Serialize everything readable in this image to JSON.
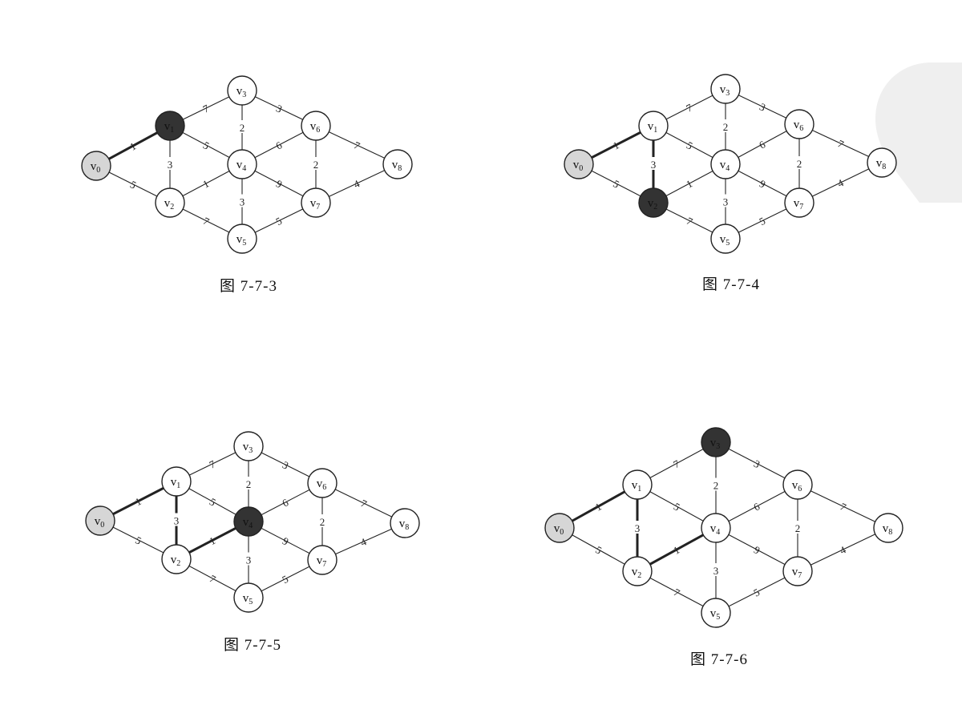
{
  "figures": [
    {
      "caption": "图 7-7-3",
      "nodes": [
        {
          "id": "v0",
          "label": "v",
          "sub": "0",
          "state": "start"
        },
        {
          "id": "v1",
          "label": "v",
          "sub": "1",
          "state": "current"
        },
        {
          "id": "v2",
          "label": "v",
          "sub": "2",
          "state": "normal"
        },
        {
          "id": "v3",
          "label": "v",
          "sub": "3",
          "state": "normal"
        },
        {
          "id": "v4",
          "label": "v",
          "sub": "4",
          "state": "normal"
        },
        {
          "id": "v5",
          "label": "v",
          "sub": "5",
          "state": "normal"
        },
        {
          "id": "v6",
          "label": "v",
          "sub": "6",
          "state": "normal"
        },
        {
          "id": "v7",
          "label": "v",
          "sub": "7",
          "state": "normal"
        },
        {
          "id": "v8",
          "label": "v",
          "sub": "8",
          "state": "normal"
        }
      ],
      "bold_edges": [
        "v0-v1"
      ]
    },
    {
      "caption": "图 7-7-4",
      "nodes": [
        {
          "id": "v0",
          "label": "v",
          "sub": "0",
          "state": "start"
        },
        {
          "id": "v1",
          "label": "v",
          "sub": "1",
          "state": "normal"
        },
        {
          "id": "v2",
          "label": "v",
          "sub": "2",
          "state": "current"
        },
        {
          "id": "v3",
          "label": "v",
          "sub": "3",
          "state": "normal"
        },
        {
          "id": "v4",
          "label": "v",
          "sub": "4",
          "state": "normal"
        },
        {
          "id": "v5",
          "label": "v",
          "sub": "5",
          "state": "normal"
        },
        {
          "id": "v6",
          "label": "v",
          "sub": "6",
          "state": "normal"
        },
        {
          "id": "v7",
          "label": "v",
          "sub": "7",
          "state": "normal"
        },
        {
          "id": "v8",
          "label": "v",
          "sub": "8",
          "state": "normal"
        }
      ],
      "bold_edges": [
        "v0-v1",
        "v1-v2"
      ]
    },
    {
      "caption": "图 7-7-5",
      "nodes": [
        {
          "id": "v0",
          "label": "v",
          "sub": "0",
          "state": "start"
        },
        {
          "id": "v1",
          "label": "v",
          "sub": "1",
          "state": "normal"
        },
        {
          "id": "v2",
          "label": "v",
          "sub": "2",
          "state": "normal"
        },
        {
          "id": "v3",
          "label": "v",
          "sub": "3",
          "state": "normal"
        },
        {
          "id": "v4",
          "label": "v",
          "sub": "4",
          "state": "current"
        },
        {
          "id": "v5",
          "label": "v",
          "sub": "5",
          "state": "normal"
        },
        {
          "id": "v6",
          "label": "v",
          "sub": "6",
          "state": "normal"
        },
        {
          "id": "v7",
          "label": "v",
          "sub": "7",
          "state": "normal"
        },
        {
          "id": "v8",
          "label": "v",
          "sub": "8",
          "state": "normal"
        }
      ],
      "bold_edges": [
        "v0-v1",
        "v1-v2",
        "v2-v4"
      ]
    },
    {
      "caption": "图 7-7-6",
      "nodes": [
        {
          "id": "v0",
          "label": "v",
          "sub": "0",
          "state": "start"
        },
        {
          "id": "v1",
          "label": "v",
          "sub": "1",
          "state": "normal"
        },
        {
          "id": "v2",
          "label": "v",
          "sub": "2",
          "state": "normal"
        },
        {
          "id": "v3",
          "label": "v",
          "sub": "3",
          "state": "current"
        },
        {
          "id": "v4",
          "label": "v",
          "sub": "4",
          "state": "normal"
        },
        {
          "id": "v5",
          "label": "v",
          "sub": "5",
          "state": "normal"
        },
        {
          "id": "v6",
          "label": "v",
          "sub": "6",
          "state": "normal"
        },
        {
          "id": "v7",
          "label": "v",
          "sub": "7",
          "state": "normal"
        },
        {
          "id": "v8",
          "label": "v",
          "sub": "8",
          "state": "normal"
        }
      ],
      "bold_edges": [
        "v0-v1",
        "v1-v2",
        "v2-v4",
        "v4-v3"
      ]
    }
  ],
  "edges": [
    {
      "id": "v0-v1",
      "from": "v0",
      "to": "v1",
      "weight": "1"
    },
    {
      "id": "v0-v2",
      "from": "v0",
      "to": "v2",
      "weight": "5"
    },
    {
      "id": "v1-v2",
      "from": "v1",
      "to": "v2",
      "weight": "3"
    },
    {
      "id": "v1-v3",
      "from": "v1",
      "to": "v3",
      "weight": "7"
    },
    {
      "id": "v1-v4",
      "from": "v1",
      "to": "v4",
      "weight": "5"
    },
    {
      "id": "v2-v4",
      "from": "v2",
      "to": "v4",
      "weight": "1"
    },
    {
      "id": "v2-v5",
      "from": "v2",
      "to": "v5",
      "weight": "7"
    },
    {
      "id": "v3-v4",
      "from": "v3",
      "to": "v4",
      "weight": "2"
    },
    {
      "id": "v3-v6",
      "from": "v3",
      "to": "v6",
      "weight": "3"
    },
    {
      "id": "v4-v5",
      "from": "v4",
      "to": "v5",
      "weight": "3"
    },
    {
      "id": "v4-v6",
      "from": "v4",
      "to": "v6",
      "weight": "6"
    },
    {
      "id": "v4-v7",
      "from": "v4",
      "to": "v7",
      "weight": "9"
    },
    {
      "id": "v5-v7",
      "from": "v5",
      "to": "v7",
      "weight": "5"
    },
    {
      "id": "v6-v7",
      "from": "v6",
      "to": "v7",
      "weight": "2"
    },
    {
      "id": "v6-v8",
      "from": "v6",
      "to": "v8",
      "weight": "7"
    },
    {
      "id": "v7-v8",
      "from": "v7",
      "to": "v8",
      "weight": "4"
    }
  ],
  "colors": {
    "node_fill": "#ffffff",
    "start_fill": "#d6d6d6",
    "current_fill": "#333333",
    "stroke": "#222222",
    "decoration": "#efefef"
  }
}
